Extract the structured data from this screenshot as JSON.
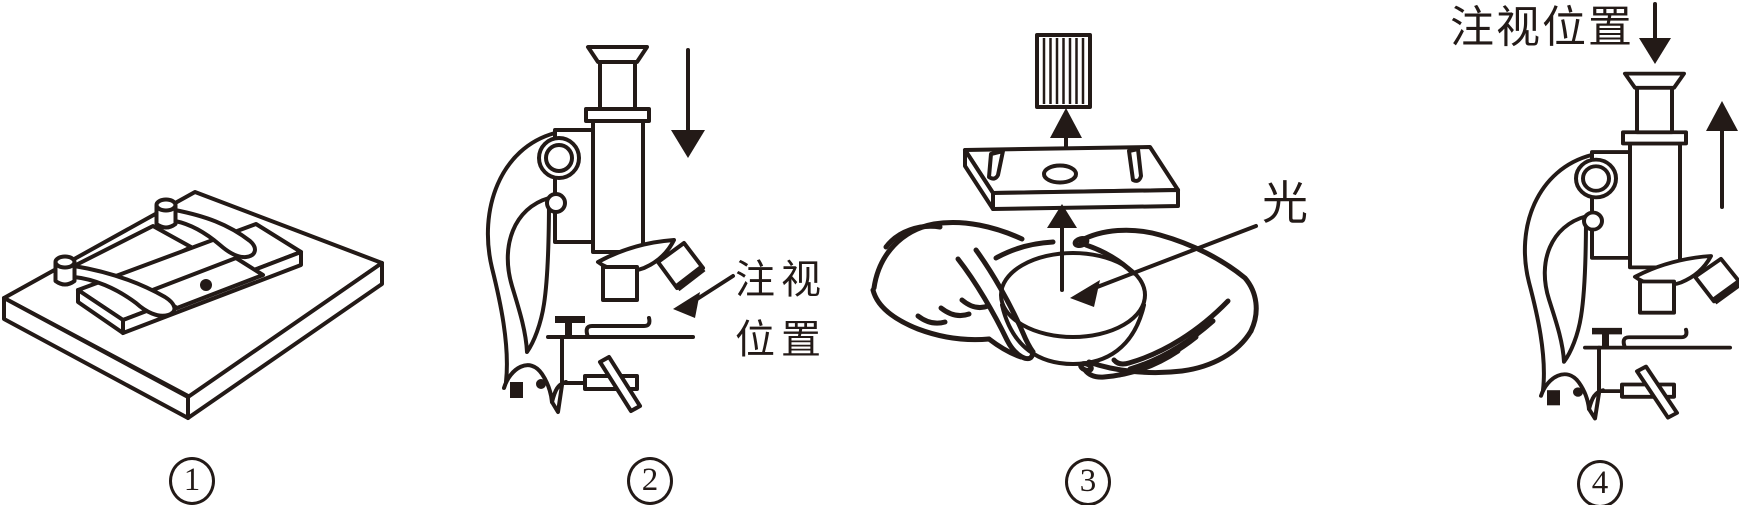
{
  "colors": {
    "ink": "#231a17",
    "background": "#ffffff"
  },
  "figure": {
    "type": "microscope-operation-steps-diagram",
    "panels": {
      "step1": {
        "marker": "1",
        "illustration": "slide-on-stage-with-clips"
      },
      "step2": {
        "marker": "2",
        "label_line1": "注视",
        "label_line2": "位置",
        "illustration": "microscope-body-tube-descending"
      },
      "step3": {
        "marker": "3",
        "light_label": "光",
        "illustration": "hands-turning-mirror-under-slide"
      },
      "step4": {
        "marker": "4",
        "gaze_label": "注视位置",
        "illustration": "microscope-body-tube-ascending"
      }
    }
  }
}
